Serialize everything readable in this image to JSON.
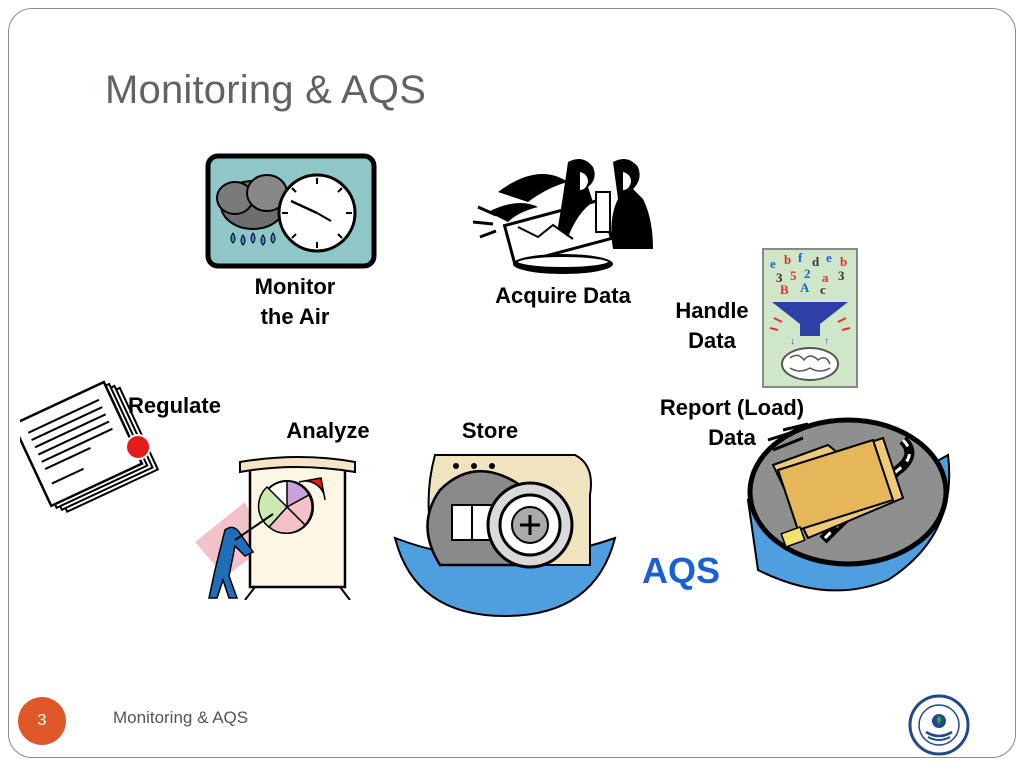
{
  "slide": {
    "title": "Monitoring & AQS",
    "number": "3",
    "footer": "Monitoring & AQS"
  },
  "labels": {
    "monitor_line1": "Monitor",
    "monitor_line2": "the Air",
    "acquire": "Acquire Data",
    "handle_line1": "Handle",
    "handle_line2": "Data",
    "regulate": "Regulate",
    "analyze": "Analyze",
    "store": "Store",
    "report_line1": "Report (Load)",
    "report_line2": "Data",
    "aqs": "AQS"
  },
  "colors": {
    "aqs": "#1a5fd6",
    "slide_number_bg": "#e0582a",
    "accent_blue": "#4f9fe0"
  },
  "icons": {
    "monitor": "weather-gauge-icon",
    "acquire": "people-reading-data-icon",
    "handle": "data-funnel-brain-icon",
    "regulate": "certificate-seal-icon",
    "analyze": "presenter-pie-chart-icon",
    "store": "vault-icon",
    "report": "folder-road-icon",
    "seal": "epa-seal-logo"
  }
}
